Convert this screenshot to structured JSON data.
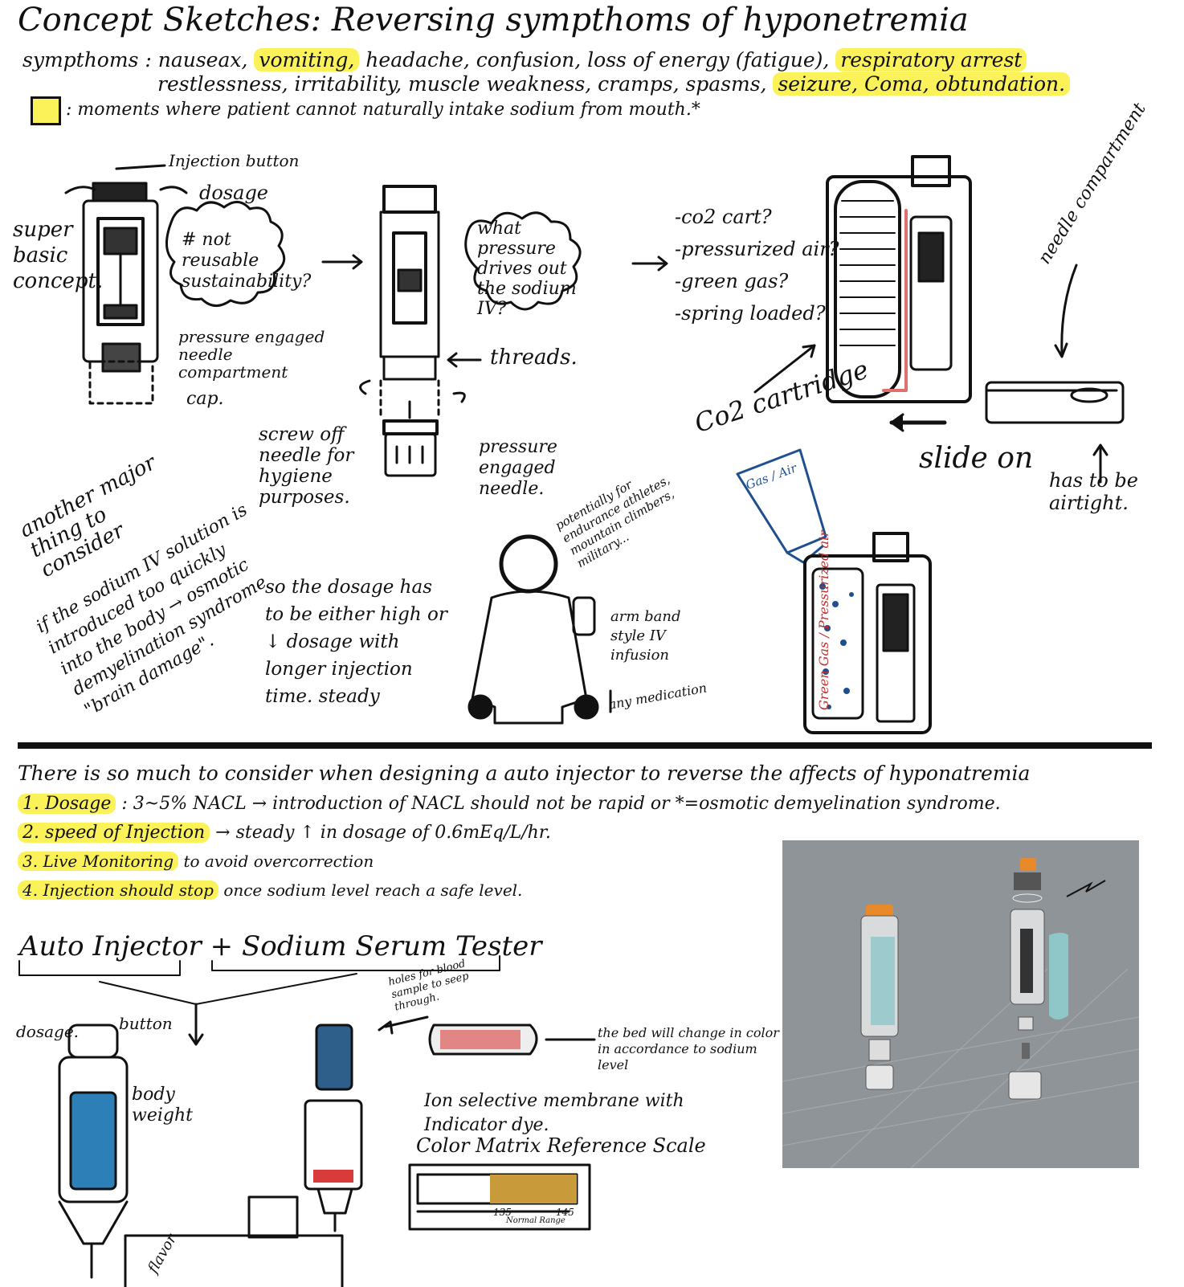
{
  "title": "Concept Sketches: Reversing sympthoms of hyponetremia",
  "symptoms": {
    "line1_prefix": "sympthoms : nauseax,",
    "vomiting": "vomiting,",
    "line1_mid": "headache, confusion, loss of energy (fatigue),",
    "respiratory": "respiratory arrest",
    "line2": "restlessness, irritability, muscle weakness, cramps, spasms,",
    "seizure": "seizure, Coma, obtundation.",
    "legend": ": moments where patient cannot naturally intake sodium from mouth.*"
  },
  "sketch1": {
    "injection_button": "Injection button",
    "dosage": "dosage",
    "side_label": "super basic concept.",
    "cloud": "# not reusable sustainability?",
    "needle": "pressure engaged needle compartment",
    "cap": "cap."
  },
  "sketch2": {
    "cloud": "what pressure drives out the sodium IV?",
    "threads": "threads.",
    "screw_off": "screw off needle for hygiene purposes.",
    "pressure_needle": "pressure engaged needle."
  },
  "options": [
    "-co2 cart?",
    "-pressurized air?",
    "-green gas?",
    "-spring loaded?"
  ],
  "sketch3": {
    "needle_compartment": "needle compartment",
    "slide_on": "slide on",
    "airtight": "has to be airtight.",
    "co2": "Co2 cartridge",
    "gas_air": "Gas / Air"
  },
  "consider": {
    "heading": "another major thing to consider",
    "body": "if the sodium IV solution is introduced too quickly into the body → osmotic demyelination syndrome \"brain damage\".",
    "dosage_note": "so the dosage has to be either high or ↓ dosage with longer injection time. steady"
  },
  "person": {
    "athletes": "potentially for endurance athletes, mountain climbers, military...",
    "arm_band": "arm band style IV infusion",
    "medication": "any medication",
    "green_gas": "Green Gas / Pressurized air"
  },
  "notes": {
    "intro": "There is so much to consider when designing a auto injector to reverse the affects of hyponatremia",
    "n1_label": "1. Dosage",
    "n1_text": ": 3~5% NACL → introduction of NACL should not be rapid or *=osmotic demyelination syndrome.",
    "n2_label": "2. speed of Injection",
    "n2_text": "→ steady ↑ in dosage of 0.6mEq/L/hr.",
    "n3_label": "3. Live Monitoring",
    "n3_text": "to avoid overcorrection",
    "n4_label": "4. Injection should stop",
    "n4_text": "once sodium level reach a safe level."
  },
  "combo": {
    "title_a": "Auto Injector",
    "plus": "+",
    "title_b": "Sodium Serum Tester",
    "button": "button",
    "dosage": "dosage.",
    "body_weight": "body weight",
    "holes": "holes for blood sample to seep through.",
    "bed": "the bed will change in color in accordance to sodium level",
    "ion": "Ion selective membrane with Indicator dye.",
    "scale_title": "Color Matrix Reference Scale",
    "scale_135": "135",
    "scale_145": "145",
    "normal_range": "Normal Range",
    "flavor": "flavor"
  },
  "colors": {
    "highlight": "#fbf25a",
    "ink": "#111111",
    "blue_fluid": "#2d7fb8",
    "red_sample": "#d93a3a",
    "orange_cap": "#e8892a",
    "render_bg": "#8f9499"
  }
}
